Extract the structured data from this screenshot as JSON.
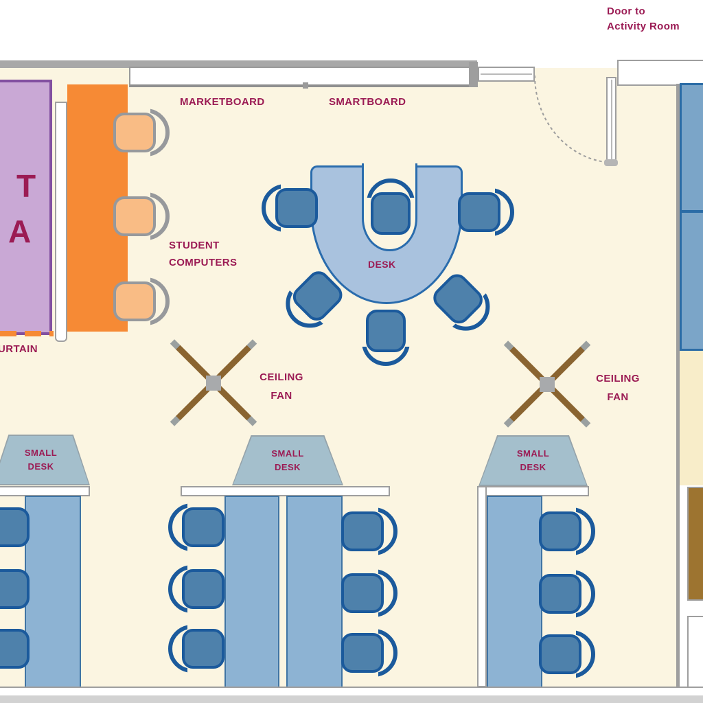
{
  "title": "Classroom Floor Plan",
  "colors": {
    "label_text": "#9b1b54",
    "wall_gray": "#a8a8a8",
    "room_cream": "#fbf5e1",
    "outside_cream": "#f8edc9",
    "bottom_gray": "#d2d2d2",
    "purple_fill": "#c9a8d5",
    "purple_border": "#8250a0",
    "orange_table": "#f68a35",
    "orange_chair": "#f9bc85",
    "chair_gray": "#97999c",
    "blue_chair": "#4e81ab",
    "blue_chair_border": "#1b5a9c",
    "u_desk": "#a9c2de",
    "u_desk_border": "#2a6cad",
    "table_fill": "#8db3d3",
    "table_border": "#3f74a4",
    "trap_fill": "#a4bfcc",
    "cabinet_fill": "#7ba5c8",
    "cabinet_border": "#2b6ca6",
    "brown_box": "#9d7430",
    "fan_blade": "#8a6430"
  },
  "labels": {
    "door_to_activity_room": {
      "line1": "Door to",
      "line2": "Activity Room"
    },
    "marketboard": "MARKETBOARD",
    "smartboard": "SMARTBOARD",
    "student_computers": {
      "line1": "STUDENT",
      "line2": "COMPUTERS"
    },
    "quiet_area_partial": {
      "line1": "T",
      "line2": "A"
    },
    "curtain_partial": "URTAIN",
    "teacher_desk": "DESK",
    "ceiling_fan": {
      "line1": "CEILING",
      "line2": "FAN"
    },
    "small_desk": {
      "line1": "SMALL",
      "line2": "DESK"
    }
  },
  "furniture_counts": {
    "student_computer_chairs": 3,
    "u_desk_chairs": 6,
    "ceiling_fans": 2,
    "small_desk_groups": 3,
    "small_desk_group_chairs_visible": [
      3,
      6,
      3
    ],
    "wall_cabinet_sections": 2
  }
}
